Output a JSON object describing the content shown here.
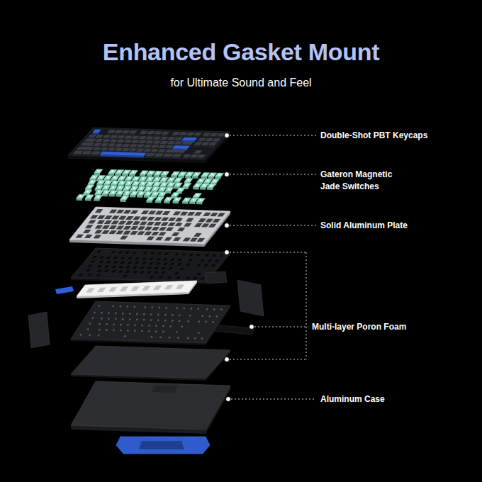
{
  "diagram": {
    "title": "Enhanced Gasket Mount",
    "labels": [
      "for Ultimate Sound and Feel",
      "Double-Shot PBT Keycaps",
      "Gateron Magnetic Jade Switches",
      "Solid Aluminum Plate",
      "Multi-layer Poron Foam",
      "Aluminum Case"
    ]
  }
}
